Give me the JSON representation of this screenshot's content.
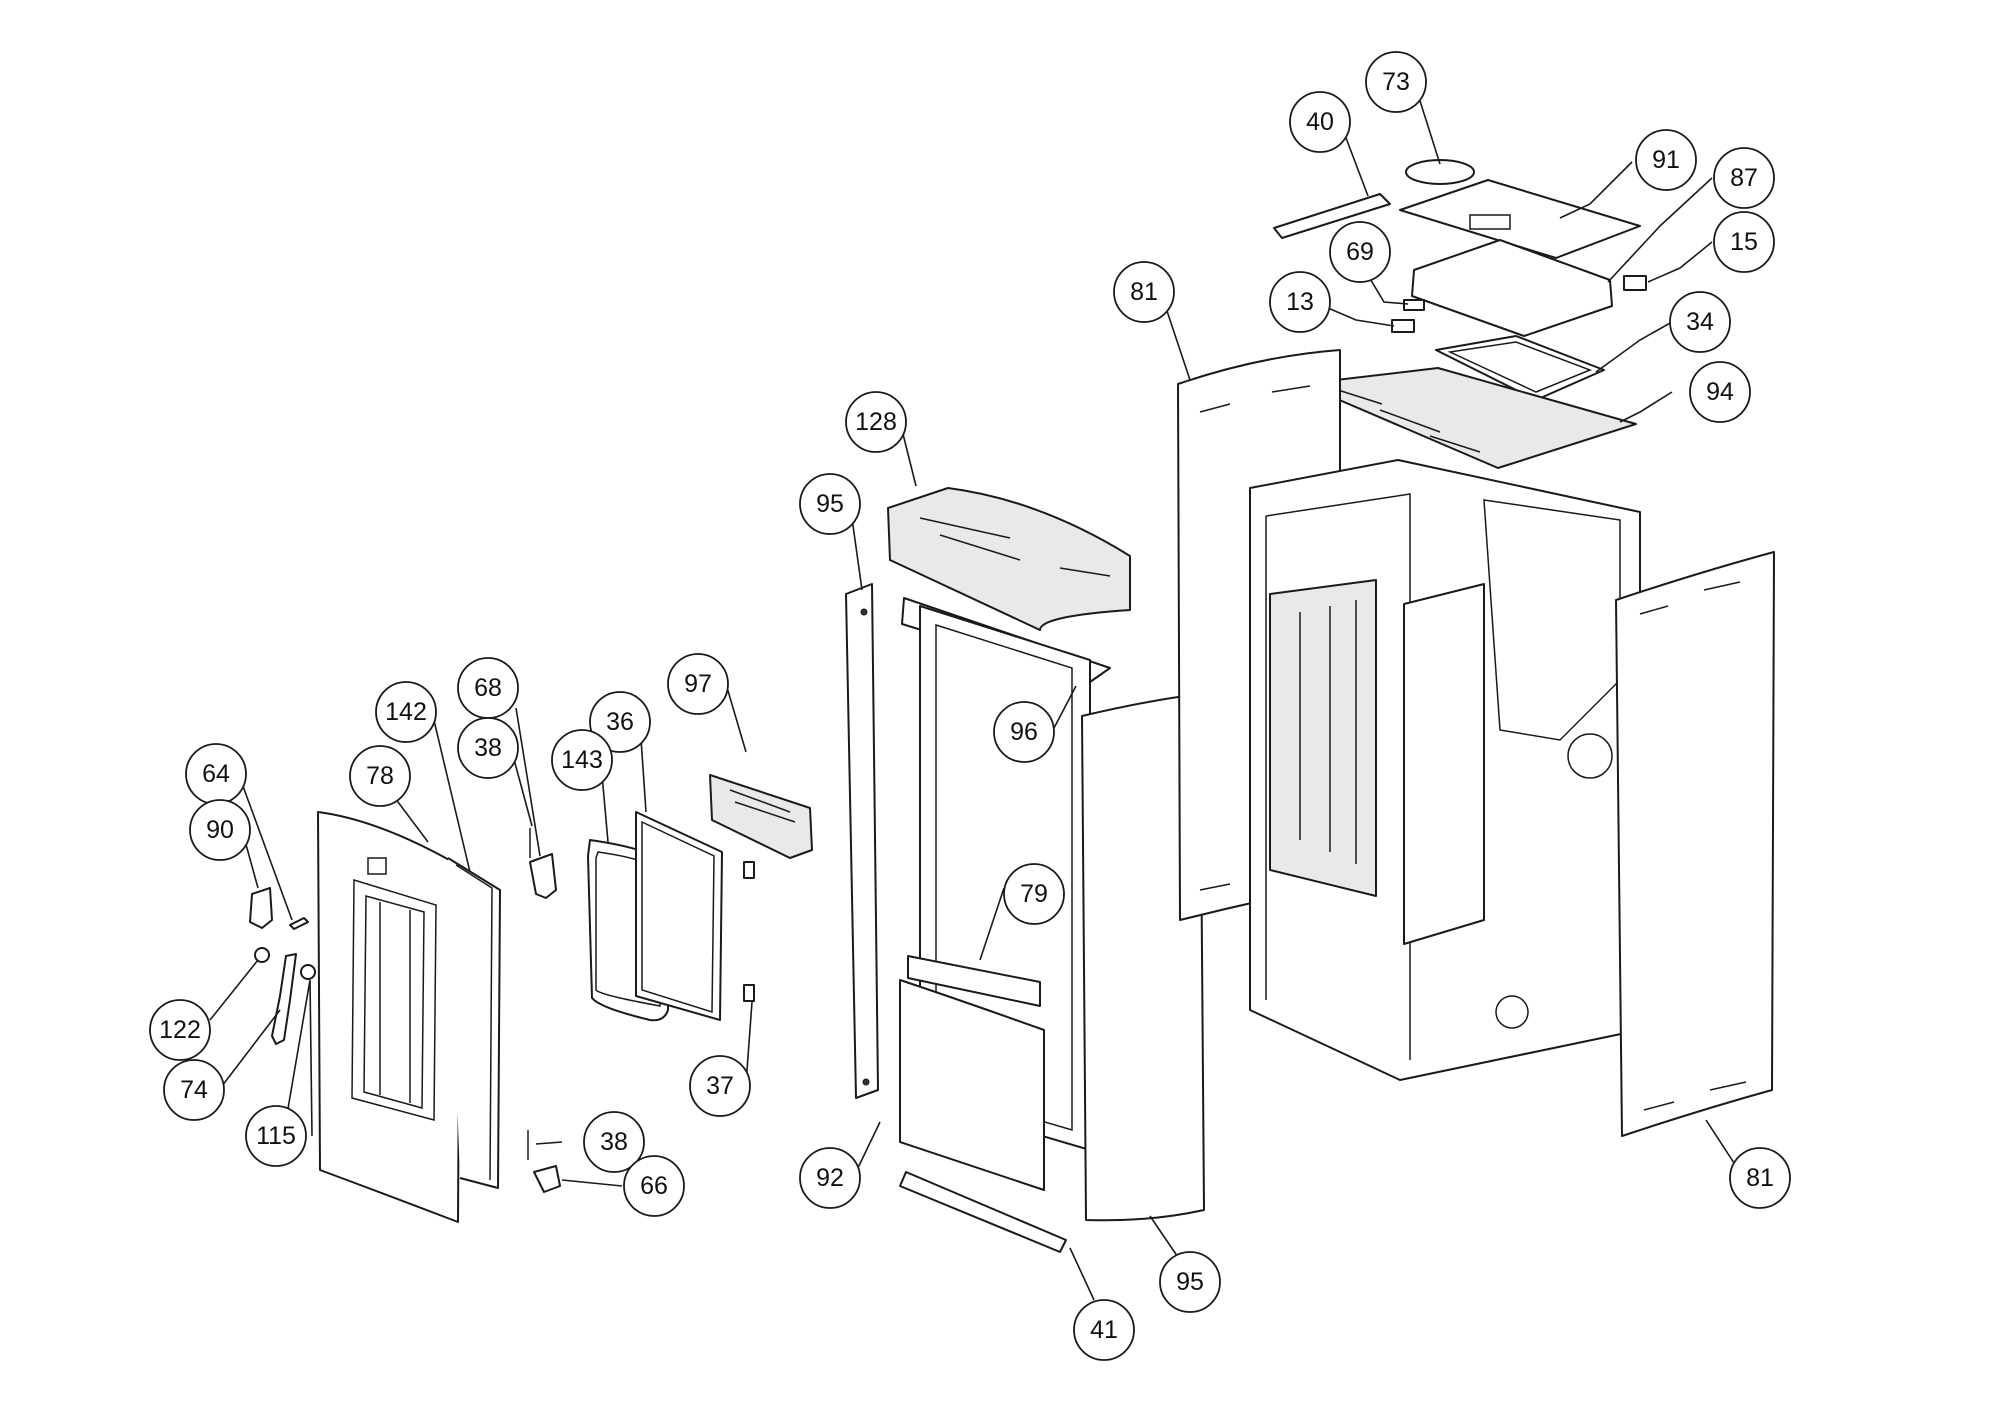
{
  "diagram": {
    "callouts": [
      {
        "id": "c73",
        "label": "73"
      },
      {
        "id": "c40",
        "label": "40"
      },
      {
        "id": "c91",
        "label": "91"
      },
      {
        "id": "c87",
        "label": "87"
      },
      {
        "id": "c15",
        "label": "15"
      },
      {
        "id": "c69",
        "label": "69"
      },
      {
        "id": "c13",
        "label": "13"
      },
      {
        "id": "c81a",
        "label": "81"
      },
      {
        "id": "c34",
        "label": "34"
      },
      {
        "id": "c94",
        "label": "94"
      },
      {
        "id": "c128",
        "label": "128"
      },
      {
        "id": "c95a",
        "label": "95"
      },
      {
        "id": "c96",
        "label": "96"
      },
      {
        "id": "c97",
        "label": "97"
      },
      {
        "id": "c36",
        "label": "36"
      },
      {
        "id": "c68",
        "label": "68"
      },
      {
        "id": "c142",
        "label": "142"
      },
      {
        "id": "c143",
        "label": "143"
      },
      {
        "id": "c38a",
        "label": "38"
      },
      {
        "id": "c64",
        "label": "64"
      },
      {
        "id": "c78",
        "label": "78"
      },
      {
        "id": "c90",
        "label": "90"
      },
      {
        "id": "c79",
        "label": "79"
      },
      {
        "id": "c122",
        "label": "122"
      },
      {
        "id": "c37",
        "label": "37"
      },
      {
        "id": "c74",
        "label": "74"
      },
      {
        "id": "c115",
        "label": "115"
      },
      {
        "id": "c38b",
        "label": "38"
      },
      {
        "id": "c92",
        "label": "92"
      },
      {
        "id": "c66",
        "label": "66"
      },
      {
        "id": "c81b",
        "label": "81"
      },
      {
        "id": "c95b",
        "label": "95"
      },
      {
        "id": "c41",
        "label": "41"
      }
    ]
  }
}
